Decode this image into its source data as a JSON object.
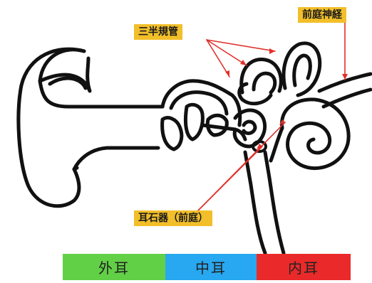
{
  "labels": {
    "semicircular_canals": "三半規管",
    "vestibular_nerve": "前庭神経",
    "otolith": "耳石器（前庭）"
  },
  "sections": [
    {
      "label": "外耳",
      "color": "#62d046"
    },
    {
      "label": "中耳",
      "color": "#28a8f0"
    },
    {
      "label": "内耳",
      "color": "#ea2a2a"
    }
  ],
  "colors": {
    "outline": "#111111",
    "arrow": "#e0302a",
    "label_bg": "#f2bf2a"
  }
}
